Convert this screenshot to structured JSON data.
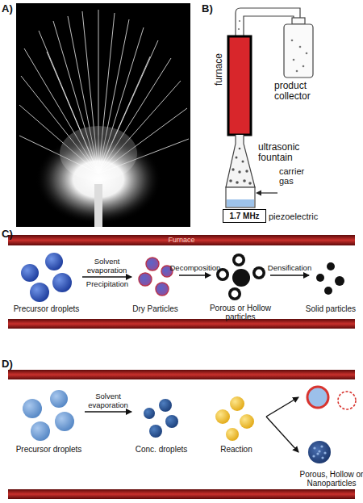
{
  "diagram": {
    "nodes": [
      {
        "text": [
          "1.7 MHz"
        ]
      },
      {
        "text": [
          "Furnace"
        ]
      },
      {
        "text": [
          "Precursor droplets"
        ]
      },
      {
        "text": [
          "Dry Particles"
        ]
      },
      {
        "text": [
          "Porous or Hollow particles"
        ]
      },
      {
        "text": [
          "Solid particles"
        ]
      },
      {
        "text": [
          "Precursor droplets"
        ]
      },
      {
        "text": [
          "Conc. droplets"
        ]
      },
      {
        "text": [
          "Reaction"
        ]
      },
      {
        "text": [
          "Porous, Hollow or Nanoparticles"
        ]
      }
    ],
    "edges": [
      {
        "from": 2,
        "to": 3,
        "label": "Solvent evaporation",
        "arrow": "to"
      },
      {
        "from": 3,
        "to": 4,
        "label": "Decomposition",
        "arrow": "to"
      },
      {
        "from": 4,
        "to": 5,
        "label": "Densification",
        "arrow": "to"
      },
      {
        "from": 6,
        "to": 7,
        "label": "Solvent evaporation",
        "arrow": "to"
      },
      {
        "from": 8,
        "to": 9,
        "arrow": "to"
      },
      {
        "from": 8,
        "to": 9,
        "arrow": "to"
      }
    ],
    "labels": [
      "A)",
      "B)",
      "furnace",
      "product collector",
      "ultrasonic fountain",
      "carrier gas",
      "piezoelectric",
      "C)",
      "Precipitation",
      "D)"
    ]
  }
}
